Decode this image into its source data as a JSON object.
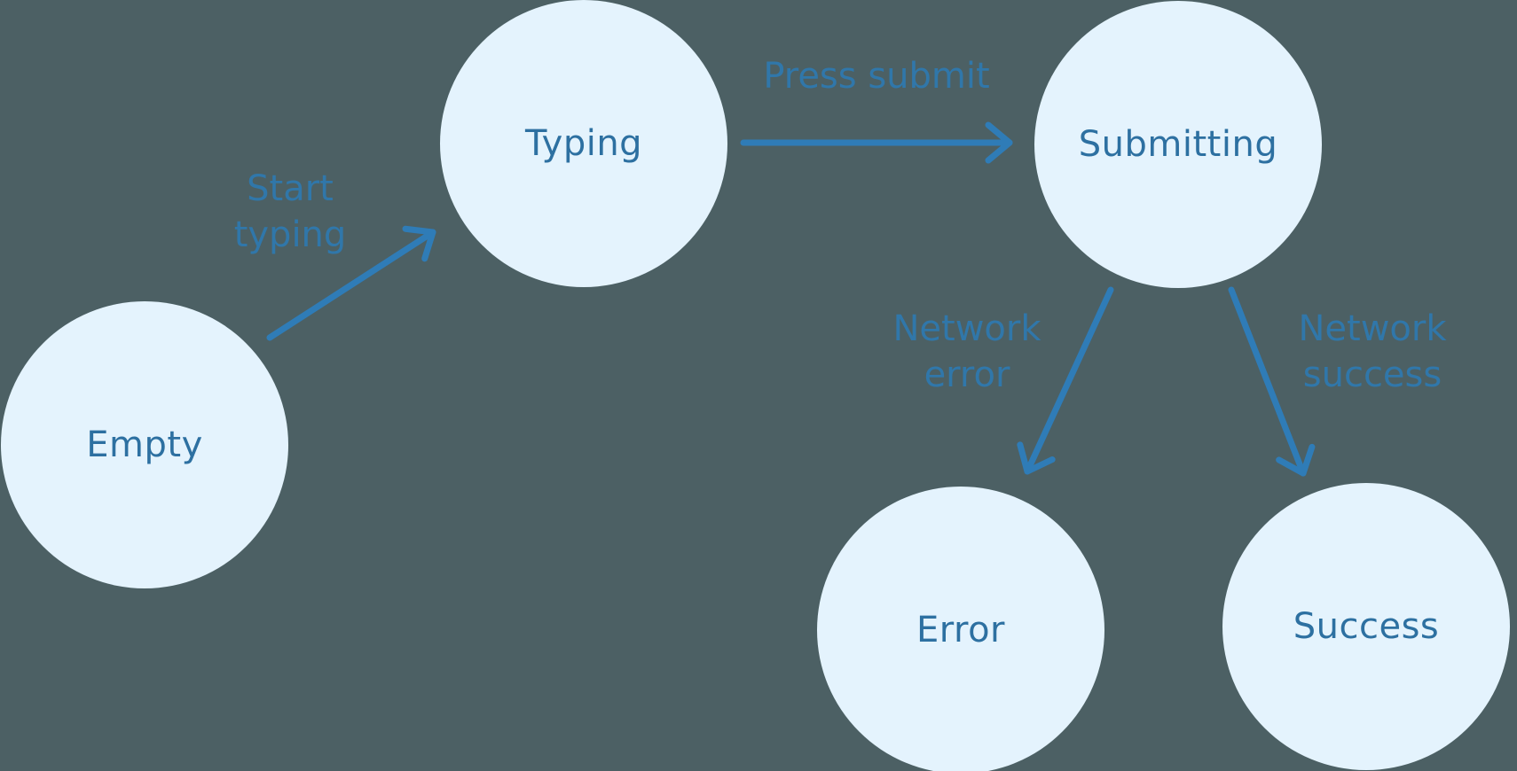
{
  "diagram": {
    "type": "state-machine",
    "colors": {
      "bg": "#4c6064",
      "node_fill": "#e4f3fd",
      "node_text": "#2d70a1",
      "arrow": "#2f7cb7",
      "edge_label": "#3077aa"
    },
    "nodes": [
      {
        "id": "empty",
        "label": "Empty"
      },
      {
        "id": "typing",
        "label": "Typing"
      },
      {
        "id": "submitting",
        "label": "Submitting"
      },
      {
        "id": "error",
        "label": "Error"
      },
      {
        "id": "success",
        "label": "Success"
      }
    ],
    "edges": [
      {
        "from": "empty",
        "to": "typing",
        "label": "Start typing",
        "label_lines": [
          "Start",
          "typing"
        ]
      },
      {
        "from": "typing",
        "to": "submitting",
        "label": "Press submit",
        "label_lines": [
          "Press submit"
        ]
      },
      {
        "from": "submitting",
        "to": "error",
        "label": "Network error",
        "label_lines": [
          "Network",
          "error"
        ]
      },
      {
        "from": "submitting",
        "to": "success",
        "label": "Network success",
        "label_lines": [
          "Network",
          "success"
        ]
      }
    ]
  }
}
